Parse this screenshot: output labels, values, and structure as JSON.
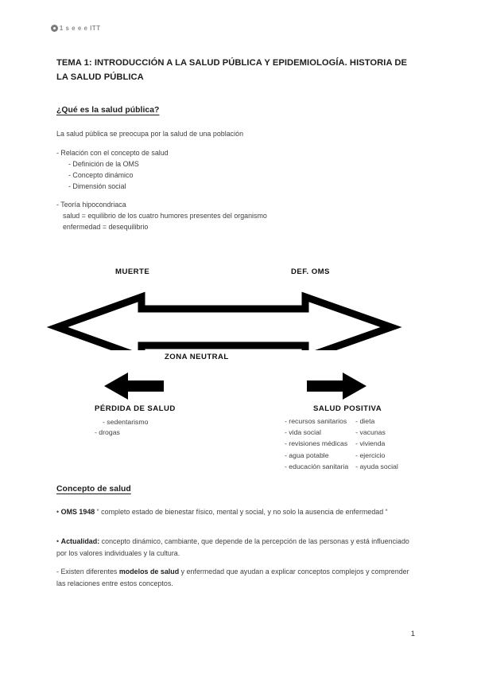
{
  "watermark": {
    "icon": "at-symbol-icon",
    "text": "1 s e e e  ITT"
  },
  "document": {
    "title": "TEMA 1: INTRODUCCIÓN A LA SALUD PÚBLICA Y EPIDEMIOLOGÍA. HISTORIA DE LA SALUD PÚBLICA",
    "page_number": "1"
  },
  "section_one": {
    "heading": "¿Qué es la salud pública?",
    "intro": "La salud pública se preocupa por la salud de una población",
    "items": [
      {
        "label": "- Relación con el concepto de salud",
        "sub": [
          "- Definición de la OMS",
          "- Concepto dinámico",
          "- Dimensión social"
        ]
      },
      {
        "label": "- Teoría hipocondriaca",
        "sub": [
          "salud = equilibrio de los cuatro humores presentes del organismo",
          "enfermedad = desequilibrio"
        ]
      }
    ]
  },
  "diagram": {
    "left_pole": "MUERTE",
    "right_pole": "DEF. OMS",
    "center_label": "ZONA NEUTRAL",
    "left_branch": {
      "title": "PÉRDIDA DE SALUD",
      "items": [
        "- sedentarismo",
        "- drogas"
      ]
    },
    "right_branch": {
      "title": "SALUD POSITIVA",
      "column_a": [
        "- recursos sanitarios",
        "- vida social",
        "- revisiones médicas",
        "- agua potable",
        "- educación sanitaria"
      ],
      "column_b": [
        "- dieta",
        "- vacunas",
        "- vivienda",
        "- ejercicio",
        "- ayuda social"
      ]
    }
  },
  "section_two": {
    "heading": "Concepto de salud",
    "bullets": [
      {
        "marker": "•",
        "lead": "OMS 1948",
        "text": " “ completo estado de bienestar físico, mental y social, y no solo la ausencia de enfermedad “"
      },
      {
        "marker": "•",
        "lead": "Actualidad:",
        "text": " concepto dinámico, cambiante, que depende de la percepción de las personas y está influenciado por los valores individuales y la cultura."
      }
    ],
    "closing_prefix": "- Existen diferentes ",
    "closing_bold": "modelos de salud",
    "closing_suffix": " y enfermedad que ayudan a explicar conceptos complejos y comprender las relaciones entre estos conceptos."
  },
  "colors": {
    "ink": "#1d1d1d",
    "body": "#404040",
    "diagram_stroke": "#000000",
    "page_background": "#ffffff"
  }
}
